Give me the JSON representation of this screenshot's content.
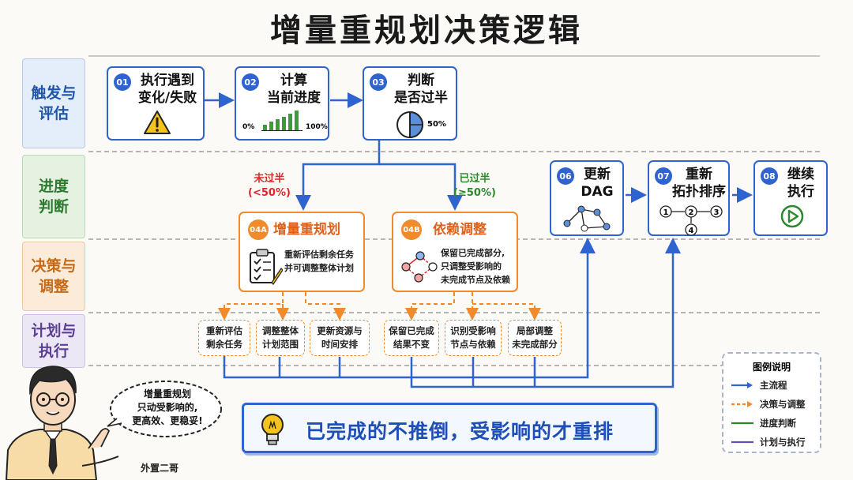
{
  "title": "增量重规划决策逻辑",
  "lanes": [
    "触发与\n评估",
    "进度\n判断",
    "决策与\n调整",
    "计划与\n执行"
  ],
  "steps": {
    "s01": {
      "badge": "01",
      "label": "执行遇到\n变化/失败"
    },
    "s02": {
      "badge": "02",
      "label": "计算\n当前进度",
      "min": "0%",
      "max": "100%"
    },
    "s03": {
      "badge": "03",
      "label": "判断\n是否过半",
      "value": "50%"
    },
    "s04a": {
      "badge": "04A",
      "label": "增量重规划",
      "desc": "重新评估剩余任务\n并可调整整体计划"
    },
    "s04b": {
      "badge": "04B",
      "label": "依赖调整",
      "desc": "保留已完成部分,\n只调整受影响的\n未完成节点及依赖"
    },
    "s06": {
      "badge": "06",
      "label": "更新\nDAG"
    },
    "s07": {
      "badge": "07",
      "label": "重新\n拓扑排序",
      "nodes": [
        "1",
        "2",
        "3",
        "4"
      ]
    },
    "s08": {
      "badge": "08",
      "label": "继续\n执行"
    }
  },
  "branches": {
    "left": {
      "label": "未过半",
      "cond": "(<50%)",
      "color": "#e0262a"
    },
    "right": {
      "label": "已过半",
      "cond": "(≥50%)",
      "color": "#2c8a2c"
    }
  },
  "subtasks": [
    "重新评估\n剩余任务",
    "调整整体\n计划范围",
    "更新资源与\n时间安排",
    "保留已完成\n结果不变",
    "识别受影响\n节点与依赖",
    "局部调整\n未完成部分"
  ],
  "legend": {
    "title": "图例说明",
    "items": [
      {
        "label": "主流程",
        "color": "#2f63cf",
        "style": "solid"
      },
      {
        "label": "决策与调整",
        "color": "#f08a2a",
        "style": "dashed"
      },
      {
        "label": "进度判断",
        "color": "#2c8a2c",
        "style": "solid"
      },
      {
        "label": "计划与执行",
        "color": "#6a4bb8",
        "style": "solid"
      }
    ]
  },
  "banner": "已完成的不推倒，受影响的才重排",
  "speech": "增量重规划\n只动受影响的,\n更高效、更稳妥!",
  "author": "外置二哥",
  "colors": {
    "blue": "#2f63cf",
    "orange": "#f08a2a",
    "green": "#2c8a2c",
    "red": "#e0262a"
  }
}
